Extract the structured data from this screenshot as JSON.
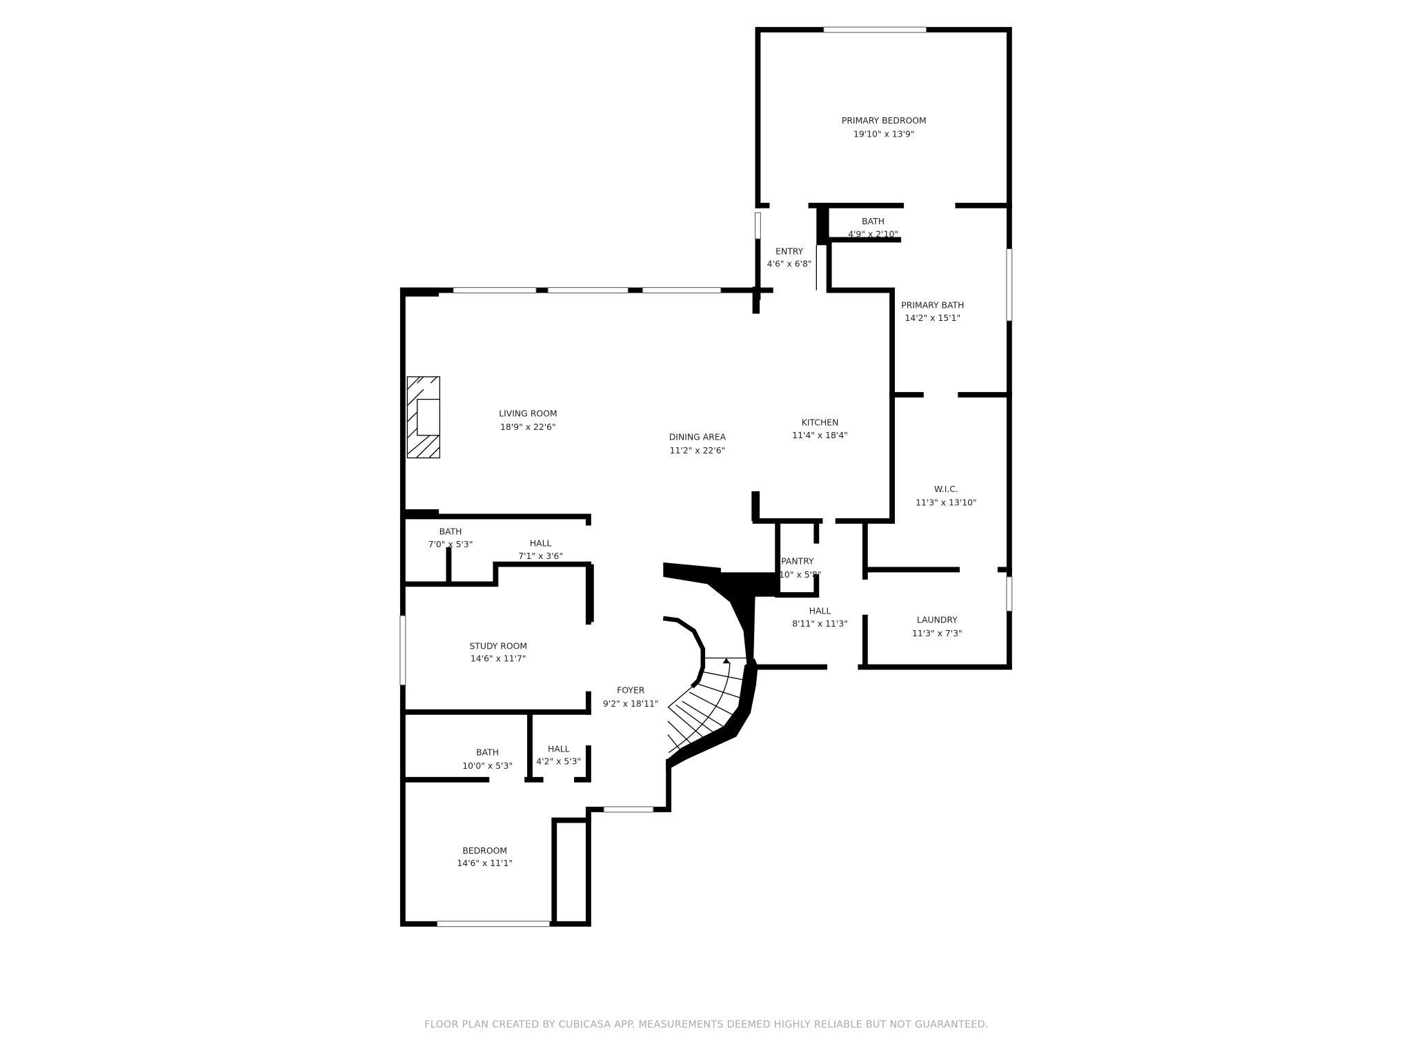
{
  "rooms": [
    {
      "name": "PRIMARY BEDROOM",
      "size": "19'10\" x 13'9\""
    },
    {
      "name": "BATH",
      "size": "4'9\" x 2'10\""
    },
    {
      "name": "ENTRY",
      "size": "4'6\" x 6'8\""
    },
    {
      "name": "PRIMARY BATH",
      "size": "14'2\" x 15'1\""
    },
    {
      "name": "LIVING ROOM",
      "size": "18'9\" x 22'6\""
    },
    {
      "name": "DINING AREA",
      "size": "11'2\" x 22'6\""
    },
    {
      "name": "KITCHEN",
      "size": "11'4\" x 18'4\""
    },
    {
      "name": "W.I.C.",
      "size": "11'3\" x 13'10\""
    },
    {
      "name": "BATH",
      "size": "7'0\" x 5'3\""
    },
    {
      "name": "HALL",
      "size": "7'1\" x 3'6\""
    },
    {
      "name": "PANTRY",
      "size": "10\" x 5'8\""
    },
    {
      "name": "HALL",
      "size": "8'11\" x 11'3\""
    },
    {
      "name": "LAUNDRY",
      "size": "11'3\" x 7'3\""
    },
    {
      "name": "STUDY ROOM",
      "size": "14'6\" x 11'7\""
    },
    {
      "name": "FOYER",
      "size": "9'2\" x 18'11\""
    },
    {
      "name": "BATH",
      "size": "10'0\" x 5'3\""
    },
    {
      "name": "HALL",
      "size": "4'2\" x 5'3\""
    },
    {
      "name": "BEDROOM",
      "size": "14'6\" x 11'1\""
    }
  ],
  "footer": "FLOOR PLAN CREATED BY CUBICASA APP. MEASUREMENTS DEEMED HIGHLY RELIABLE BUT NOT GUARANTEED.",
  "colors": {
    "wall": "#000000",
    "footer_text": "#aaaaaa"
  }
}
